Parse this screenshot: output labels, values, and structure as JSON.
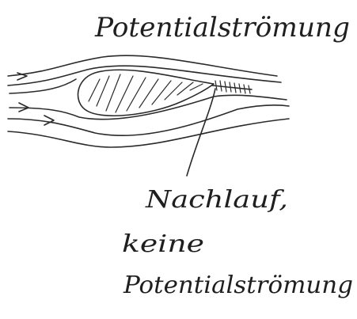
{
  "title": "Potentialströmung",
  "annotation": {
    "line1": "Nachlauf,",
    "line2": "keine",
    "line3": "Potentialströmung"
  }
}
